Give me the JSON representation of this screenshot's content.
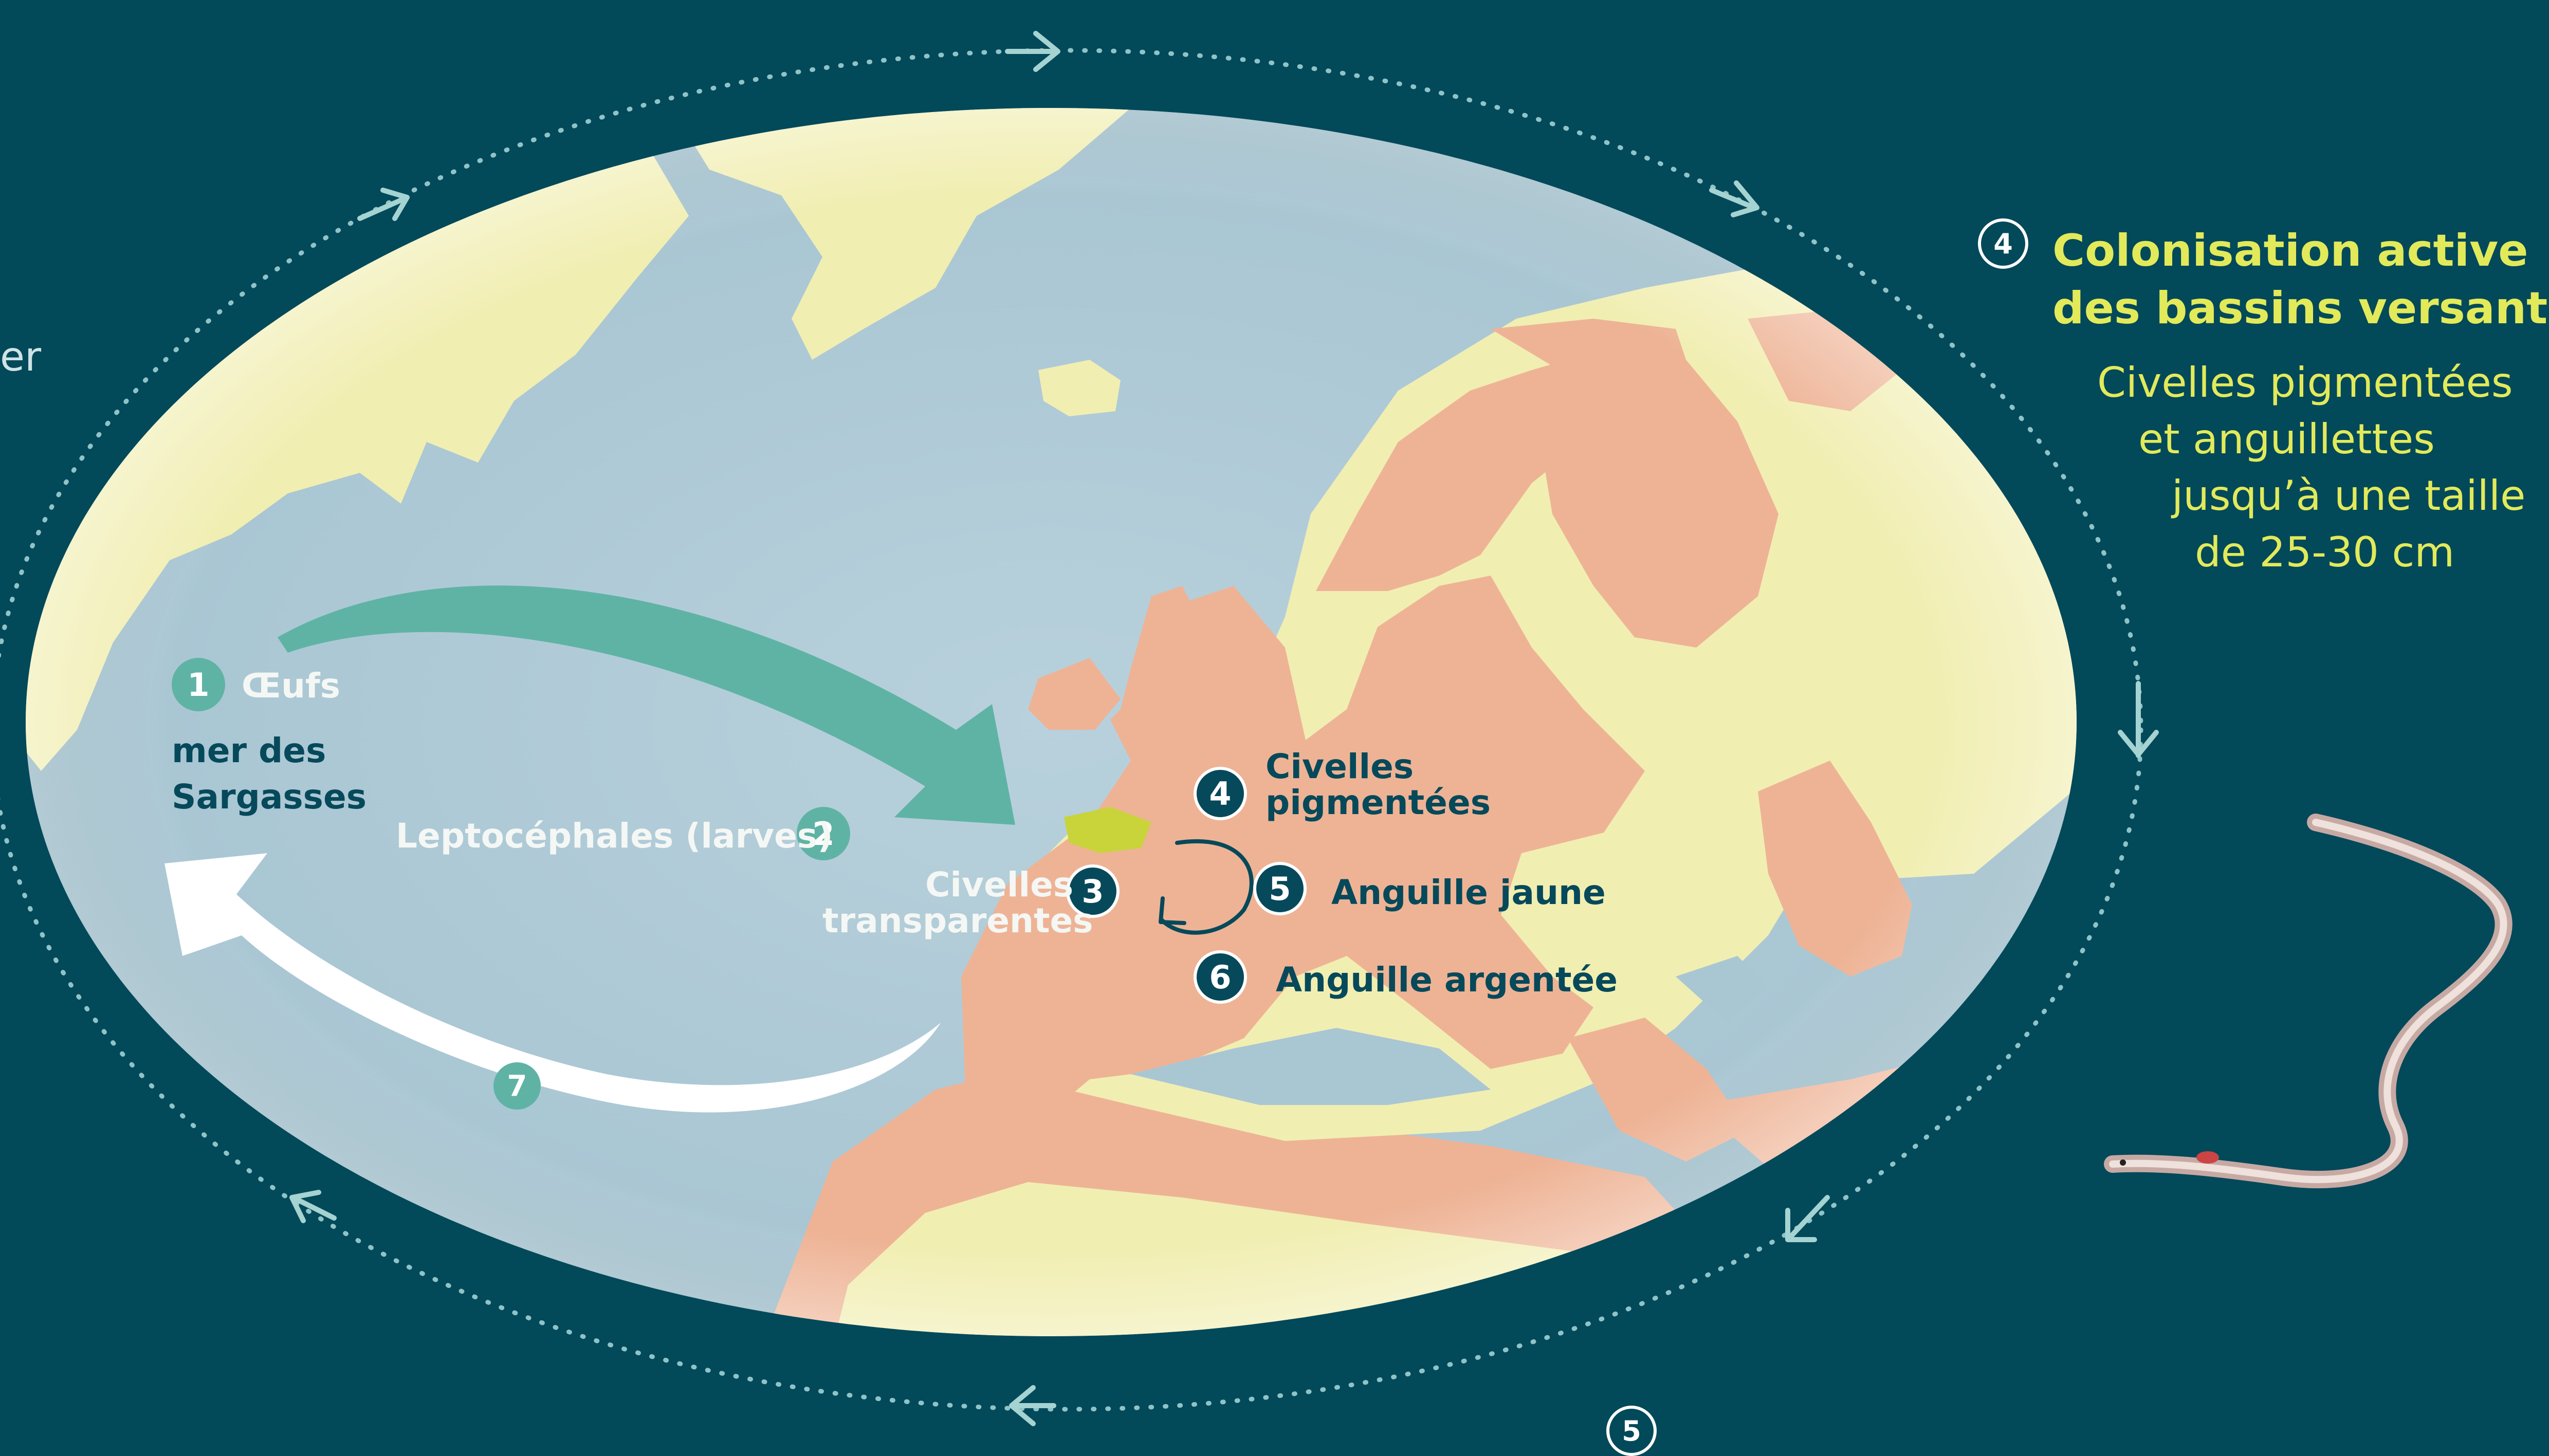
{
  "labels": {
    "oeufs": "Œufs",
    "sargasses_1": "mer des",
    "sargasses_2": "Sargasses",
    "leptocephales": "Leptocéphales (larves)",
    "civelles_transp_1": "Civelles",
    "civelles_transp_2": "transparentes",
    "civelles_pigm_1": "Civelles",
    "civelles_pigm_2": "pigmentées",
    "anguille_jaune": "Anguille jaune",
    "anguille_argentee": "Anguille argentée",
    "left_fragment": "er"
  },
  "stages": {
    "s1": "1",
    "s2": "2",
    "s3": "3",
    "s4": "4",
    "s5": "5",
    "s6": "6",
    "s7": "7"
  },
  "panel4": {
    "number": "4",
    "title_1": "Colonisation active",
    "title_2": "des bassins versants",
    "text_1": "Civelles pigmentées",
    "text_2": "et anguillettes",
    "text_3": "jusqu’à une taille",
    "text_4": "de 25-30 cm"
  },
  "panel5": {
    "number": "5"
  },
  "colors": {
    "background": "#02495a",
    "ocean": "#b5cfd9",
    "land": "#f1eeb2",
    "eel_range": "#eeb395",
    "highlight_region": "#c8d43a",
    "leptocephale_arrow": "#5fb3a5",
    "return_arrow": "#ffffff",
    "panel_text": "#e2ea5a"
  },
  "icons": [
    "cycle-arrow-icon",
    "eel-illustration",
    "cycle-direction-arrow-icon"
  ]
}
